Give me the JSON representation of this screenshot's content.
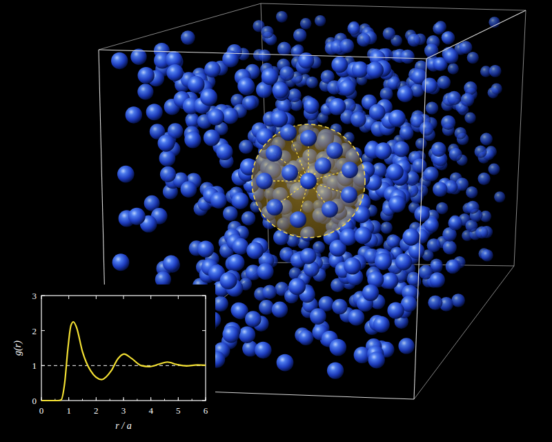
{
  "diagram": {
    "labels": [
      "0",
      "1",
      "2",
      "3",
      "0",
      "1",
      "2",
      "3",
      "4",
      "5",
      "6",
      "g(r)",
      "r / a"
    ]
  }
}
